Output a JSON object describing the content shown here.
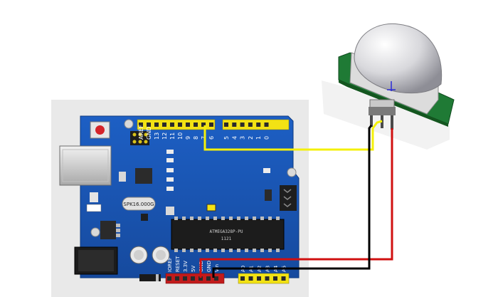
{
  "board": {
    "digital_pins": [
      "AREF",
      "GND",
      "13",
      "12",
      "11",
      "10",
      "9",
      "8",
      "7",
      "6",
      "5",
      "4",
      "3",
      "2",
      "1",
      "0"
    ],
    "power_pins": [
      "IOREF",
      "RESET",
      "3.3V",
      "5V",
      "GND",
      "GND",
      "Vin"
    ],
    "analog_pins": [
      "A0",
      "A1",
      "A2",
      "A3",
      "A4",
      "A5"
    ],
    "crystal_label": "SPK16.000G",
    "chip_label": "ATMEGA328P-PU",
    "chip_sublabel": "1121"
  },
  "wires": {
    "signal_color": "#f4f00a",
    "vcc_color": "#d01010",
    "gnd_color": "#000000"
  },
  "colors": {
    "board_blue": "#1a55b8",
    "header_yellow": "#f2e214",
    "sensor_pcb": "#1f7a35"
  }
}
